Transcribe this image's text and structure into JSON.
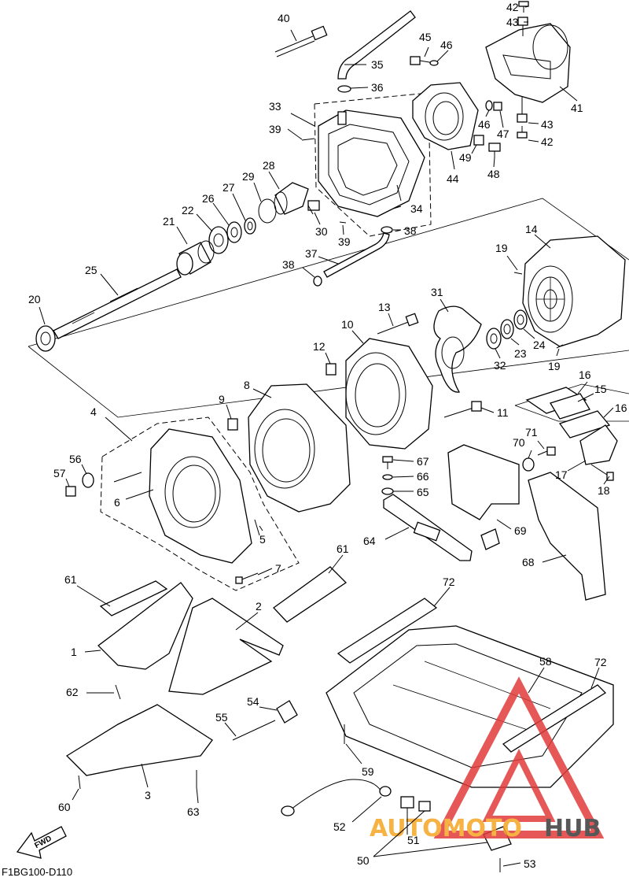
{
  "document_code": "F1BG100-D110",
  "fwd_label": "FWD",
  "watermark": {
    "word_left": "AUTOMOTO",
    "word_right": "HUB",
    "color_left": "#f5a623",
    "color_right": "#3a3a3a",
    "triangle_color": "#e23b3b"
  },
  "parts": [
    {
      "id": "p1",
      "number": "1"
    },
    {
      "id": "p2",
      "number": "2"
    },
    {
      "id": "p3",
      "number": "3"
    },
    {
      "id": "p4",
      "number": "4"
    },
    {
      "id": "p5",
      "number": "5"
    },
    {
      "id": "p6",
      "number": "6"
    },
    {
      "id": "p7",
      "number": "7"
    },
    {
      "id": "p8",
      "number": "8"
    },
    {
      "id": "p9",
      "number": "9"
    },
    {
      "id": "p10",
      "number": "10"
    },
    {
      "id": "p11",
      "number": "11"
    },
    {
      "id": "p12",
      "number": "12"
    },
    {
      "id": "p13",
      "number": "13"
    },
    {
      "id": "p14",
      "number": "14"
    },
    {
      "id": "p15",
      "number": "15"
    },
    {
      "id": "p16a",
      "number": "16"
    },
    {
      "id": "p16b",
      "number": "16"
    },
    {
      "id": "p17",
      "number": "17"
    },
    {
      "id": "p18",
      "number": "18"
    },
    {
      "id": "p19a",
      "number": "19"
    },
    {
      "id": "p19b",
      "number": "19"
    },
    {
      "id": "p20",
      "number": "20"
    },
    {
      "id": "p21",
      "number": "21"
    },
    {
      "id": "p22",
      "number": "22"
    },
    {
      "id": "p23",
      "number": "23"
    },
    {
      "id": "p24",
      "number": "24"
    },
    {
      "id": "p25",
      "number": "25"
    },
    {
      "id": "p26",
      "number": "26"
    },
    {
      "id": "p27",
      "number": "27"
    },
    {
      "id": "p28",
      "number": "28"
    },
    {
      "id": "p29",
      "number": "29"
    },
    {
      "id": "p30",
      "number": "30"
    },
    {
      "id": "p31",
      "number": "31"
    },
    {
      "id": "p32",
      "number": "32"
    },
    {
      "id": "p33",
      "number": "33"
    },
    {
      "id": "p34",
      "number": "34"
    },
    {
      "id": "p35",
      "number": "35"
    },
    {
      "id": "p36",
      "number": "36"
    },
    {
      "id": "p37",
      "number": "37"
    },
    {
      "id": "p38a",
      "number": "38"
    },
    {
      "id": "p38b",
      "number": "38"
    },
    {
      "id": "p39a",
      "number": "39"
    },
    {
      "id": "p39b",
      "number": "39"
    },
    {
      "id": "p40",
      "number": "40"
    },
    {
      "id": "p41",
      "number": "41"
    },
    {
      "id": "p42a",
      "number": "42"
    },
    {
      "id": "p42b",
      "number": "42"
    },
    {
      "id": "p43a",
      "number": "43"
    },
    {
      "id": "p43b",
      "number": "43"
    },
    {
      "id": "p44",
      "number": "44"
    },
    {
      "id": "p45",
      "number": "45"
    },
    {
      "id": "p46a",
      "number": "46"
    },
    {
      "id": "p46b",
      "number": "46"
    },
    {
      "id": "p47",
      "number": "47"
    },
    {
      "id": "p48",
      "number": "48"
    },
    {
      "id": "p49",
      "number": "49"
    },
    {
      "id": "p50",
      "number": "50"
    },
    {
      "id": "p51",
      "number": "51"
    },
    {
      "id": "p52",
      "number": "52"
    },
    {
      "id": "p53",
      "number": "53"
    },
    {
      "id": "p54",
      "number": "54"
    },
    {
      "id": "p55",
      "number": "55"
    },
    {
      "id": "p56",
      "number": "56"
    },
    {
      "id": "p57",
      "number": "57"
    },
    {
      "id": "p58",
      "number": "58"
    },
    {
      "id": "p59",
      "number": "59"
    },
    {
      "id": "p60",
      "number": "60"
    },
    {
      "id": "p61a",
      "number": "61"
    },
    {
      "id": "p61b",
      "number": "61"
    },
    {
      "id": "p62",
      "number": "62"
    },
    {
      "id": "p63",
      "number": "63"
    },
    {
      "id": "p64",
      "number": "64"
    },
    {
      "id": "p65",
      "number": "65"
    },
    {
      "id": "p66",
      "number": "66"
    },
    {
      "id": "p67",
      "number": "67"
    },
    {
      "id": "p68",
      "number": "68"
    },
    {
      "id": "p69",
      "number": "69"
    },
    {
      "id": "p70",
      "number": "70"
    },
    {
      "id": "p71",
      "number": "71"
    },
    {
      "id": "p72a",
      "number": "72"
    },
    {
      "id": "p72b",
      "number": "72"
    }
  ]
}
